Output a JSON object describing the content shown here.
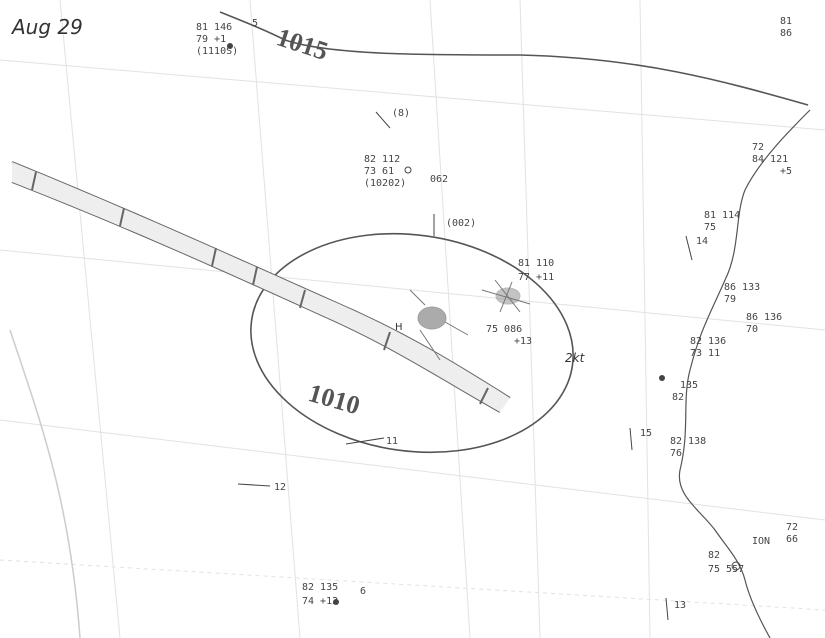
{
  "map": {
    "date_label": "Aug 29",
    "isobars": [
      {
        "label": "1015"
      },
      {
        "label": "1010"
      }
    ],
    "front_label": "",
    "annotations": {
      "low_marker": "H",
      "speed_note": "2kt"
    },
    "stations": [
      {
        "lines": [
          "81  146",
          "79  +1",
          "(1110S)"
        ],
        "extra": "5"
      },
      {
        "lines": [
          "(8)"
        ]
      },
      {
        "lines": [
          "82  112",
          "73  61",
          "(10202)"
        ],
        "extra": "062"
      },
      {
        "lines": [
          "(002)"
        ]
      },
      {
        "lines": [
          "81  110",
          "77  +11"
        ]
      },
      {
        "lines": [
          "75  086",
          "+13"
        ]
      },
      {
        "lines": [
          "72",
          "84  121",
          "+5"
        ]
      },
      {
        "lines": [
          "81  114",
          "75"
        ]
      },
      {
        "lines": [
          "14"
        ]
      },
      {
        "lines": [
          "86  133",
          "79"
        ]
      },
      {
        "lines": [
          "86  136",
          "70"
        ]
      },
      {
        "lines": [
          "82  136",
          "73  11"
        ]
      },
      {
        "lines": [
          "135",
          "82"
        ]
      },
      {
        "lines": [
          "15"
        ]
      },
      {
        "lines": [
          "82  138",
          "76"
        ]
      },
      {
        "lines": [
          "12"
        ]
      },
      {
        "lines": [
          "11"
        ]
      },
      {
        "lines": [
          "82  135",
          "74  +12"
        ],
        "extra": "6"
      },
      {
        "lines": [
          "82",
          "75  557"
        ]
      },
      {
        "lines": [
          "13"
        ]
      },
      {
        "lines": [
          "72",
          "66"
        ]
      },
      {
        "lines": [
          "ION"
        ]
      },
      {
        "lines": [
          "81",
          "86"
        ]
      }
    ]
  }
}
